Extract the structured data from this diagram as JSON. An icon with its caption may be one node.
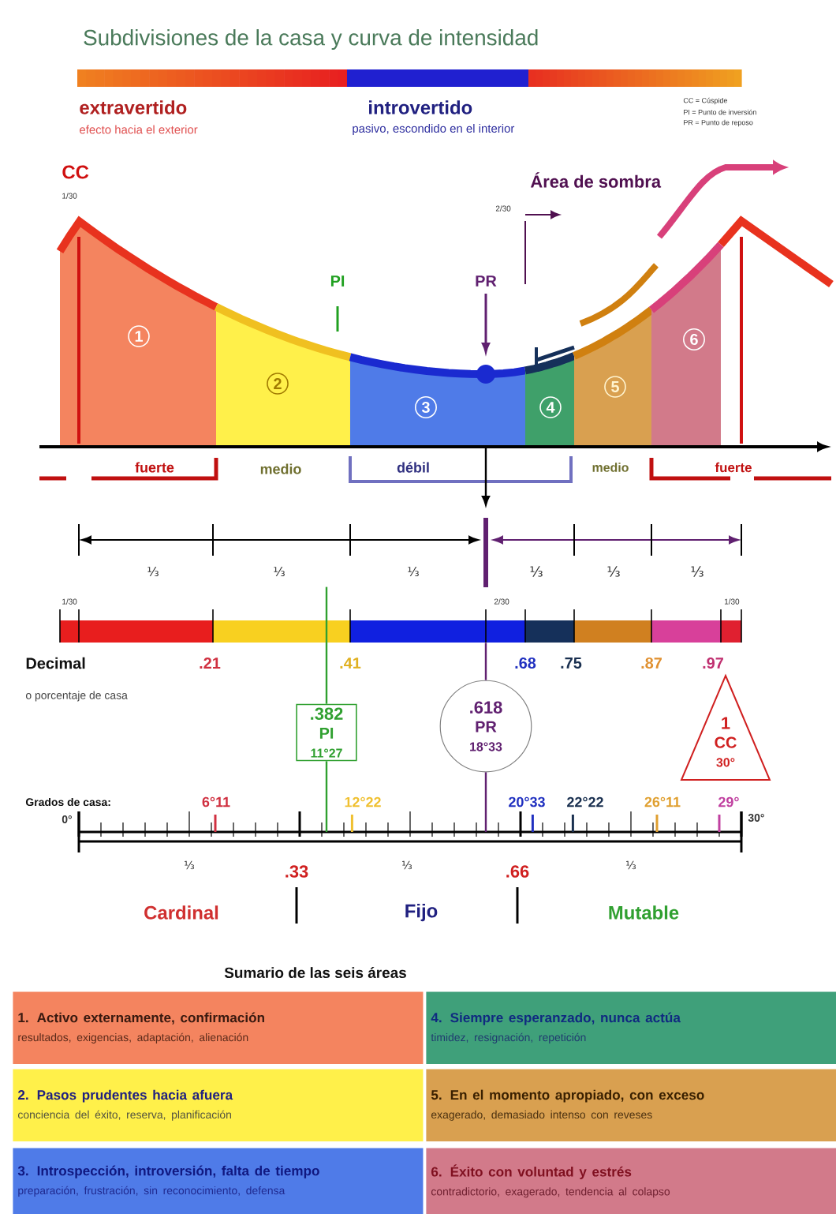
{
  "diagram": {
    "title": "Subdivisiones de la casa y curva de intensidad",
    "nodes": [
      {
        "text": [
          "1"
        ]
      },
      {
        "text": [
          "2"
        ]
      },
      {
        "text": [
          "3"
        ]
      },
      {
        "text": [
          "4"
        ]
      },
      {
        "text": [
          "5"
        ]
      },
      {
        "text": [
          "6"
        ]
      },
      {
        "text": [
          ".382",
          "PI",
          "11°27"
        ]
      },
      {
        "text": [
          ".618",
          "PR",
          "18°33"
        ]
      },
      {
        "text": [
          "1",
          "CC",
          "30°"
        ]
      },
      {
        "text": [
          "1. Activo externamente, confirmación",
          "resultados, exigencias, adaptación, alienación"
        ]
      },
      {
        "text": [
          "4. Siempre esperanzado, nunca actúa",
          "timidez, resignación, repetición"
        ]
      },
      {
        "text": [
          "2. Pasos prudentes hacia afuera",
          "conciencia del éxito, reserva, planificación"
        ]
      },
      {
        "text": [
          "5. En el momento apropiado, con exceso",
          "exagerado, demasiado intenso con reveses"
        ]
      },
      {
        "text": [
          "3. Introspección, introversión, falta de tiempo",
          "preparación, frustración, sin reconocimiento, defensa"
        ]
      },
      {
        "text": [
          "6. Éxito con voluntad y estrés",
          "contradictorio, exagerado, tendencia al colapso"
        ]
      },
      {
        "text": [],
        "shape": "bar"
      },
      {
        "text": [],
        "shape": "bar"
      }
    ],
    "edges": [
      {
        "from": 6,
        "to": 15,
        "arrow": "none"
      },
      {
        "from": 6,
        "to": 16,
        "arrow": "none"
      },
      {
        "from": 7,
        "to": 15,
        "arrow": "none",
        "color": "#602070"
      },
      {
        "from": 7,
        "to": 16,
        "arrow": "none",
        "color": "#602070"
      }
    ],
    "labels": [
      "extravertido",
      "efecto hacia el exterior",
      "introvertido",
      "pasivo, escondido en el interior",
      "CC = Cúspide",
      "PI = Punto de inversión",
      "PR = Punto de reposo",
      "CC",
      "1/30",
      "Área de sombra",
      "2/30",
      "PI",
      "PR",
      "fuerte",
      "medio",
      "débil",
      "medio",
      "fuerte",
      "⅓",
      "⅓",
      "⅓",
      "⅓",
      "⅓",
      "⅓",
      "1/30",
      "2/30",
      "1/30",
      "Decimal",
      "o porcentaje de casa",
      ".21",
      ".41",
      ".68",
      ".75",
      ".87",
      ".97",
      "Grados de casa:",
      "6°11",
      "12°22",
      "20°33",
      "22°22",
      "26°11",
      "29°",
      "0°",
      "30°",
      "⅓",
      ".33",
      "⅓",
      ".66",
      "⅓",
      "Cardinal",
      "Fijo",
      "Mutable",
      "Sumario de las seis áreas"
    ]
  }
}
